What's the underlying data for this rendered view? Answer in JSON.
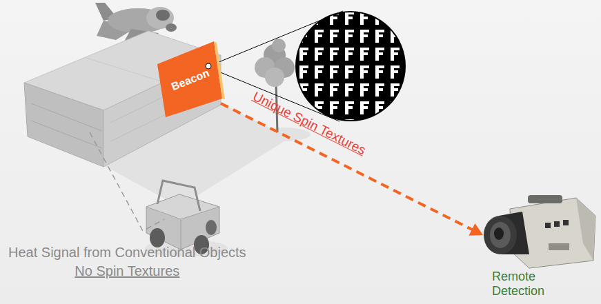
{
  "diagram": {
    "nodes": [
      {
        "text": [
          "Beacon"
        ]
      },
      {
        "text": [
          "Remote Detection"
        ]
      }
    ],
    "edges": [
      {
        "from": 0,
        "to": 1,
        "arrow": "to",
        "label": "Unique Spin Textures"
      }
    ],
    "labels": [
      "Heat Signal from Conventional Objects",
      "No Spin Textures"
    ]
  }
}
